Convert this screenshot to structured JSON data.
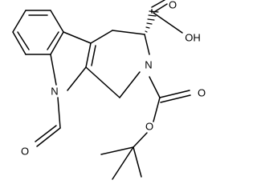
{
  "atoms": {
    "n_indole": "N",
    "n_ring": "N",
    "o_formyl": "O",
    "o_acid_carbonyl": "O",
    "oh_acid": "OH",
    "o_boc_carbonyl": "O",
    "o_boc_ester": "O"
  },
  "colors": {
    "bond": "#000000",
    "text": "#000000",
    "background": "#ffffff"
  }
}
